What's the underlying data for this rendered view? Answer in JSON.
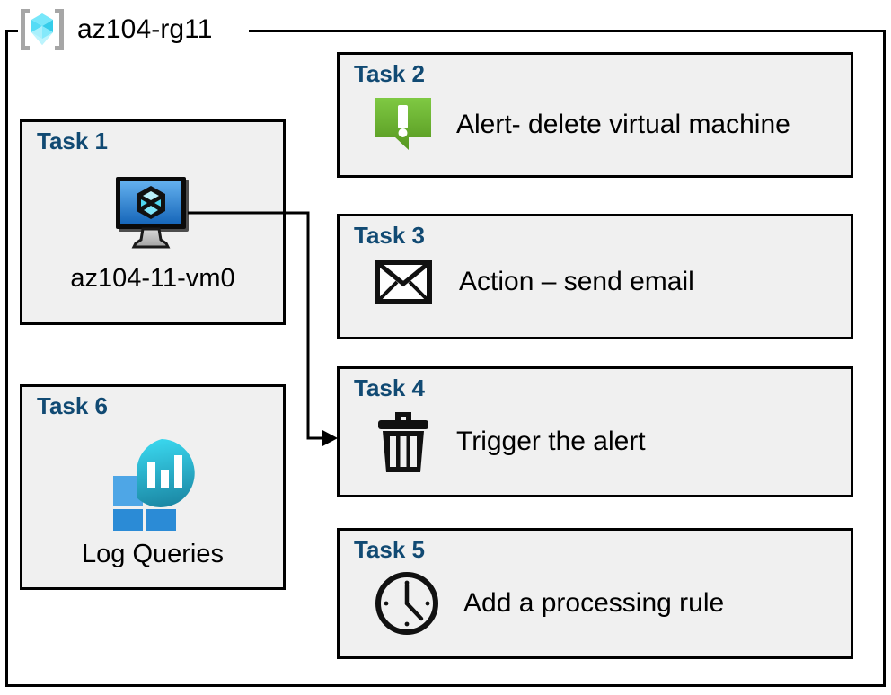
{
  "resource_group": {
    "name": "az104-rg11",
    "icon": "resource-group-cube-icon"
  },
  "tasks": [
    {
      "id": "task1",
      "label": "Task 1",
      "caption": "az104-11-vm0",
      "icon": "virtual-machine-icon",
      "layout": "vertical"
    },
    {
      "id": "task2",
      "label": "Task 2",
      "caption": "Alert- delete virtual machine",
      "icon": "alert-bubble-icon",
      "layout": "horizontal"
    },
    {
      "id": "task3",
      "label": "Task 3",
      "caption": "Action – send email",
      "icon": "envelope-icon",
      "layout": "horizontal"
    },
    {
      "id": "task4",
      "label": "Task 4",
      "caption": "Trigger the alert",
      "icon": "trash-can-icon",
      "layout": "horizontal"
    },
    {
      "id": "task5",
      "label": "Task 5",
      "caption": "Add a processing rule",
      "icon": "clock-icon",
      "layout": "horizontal"
    },
    {
      "id": "task6",
      "label": "Task 6",
      "caption": "Log Queries",
      "icon": "log-queries-icon",
      "layout": "vertical"
    }
  ],
  "connector": {
    "from": "task1-virtual-machine-icon",
    "to": "task4",
    "arrowhead": "right"
  },
  "colors": {
    "task_label": "#114A73",
    "card_background": "#F0F0F0",
    "card_border": "#000000",
    "alert_green_light": "#7DC242",
    "alert_green_dark": "#559A28",
    "vm_blue_light": "#5CA9E8",
    "vm_blue_dark": "#1667B8",
    "cube_cyan": "#8FE8F8",
    "log_blue": "#2C8CD6",
    "log_blue_light": "#4FA3E3",
    "log_cyan": "#32D2E8",
    "log_teal": "#1E8FA8",
    "page_background": "#FFFFFF"
  }
}
